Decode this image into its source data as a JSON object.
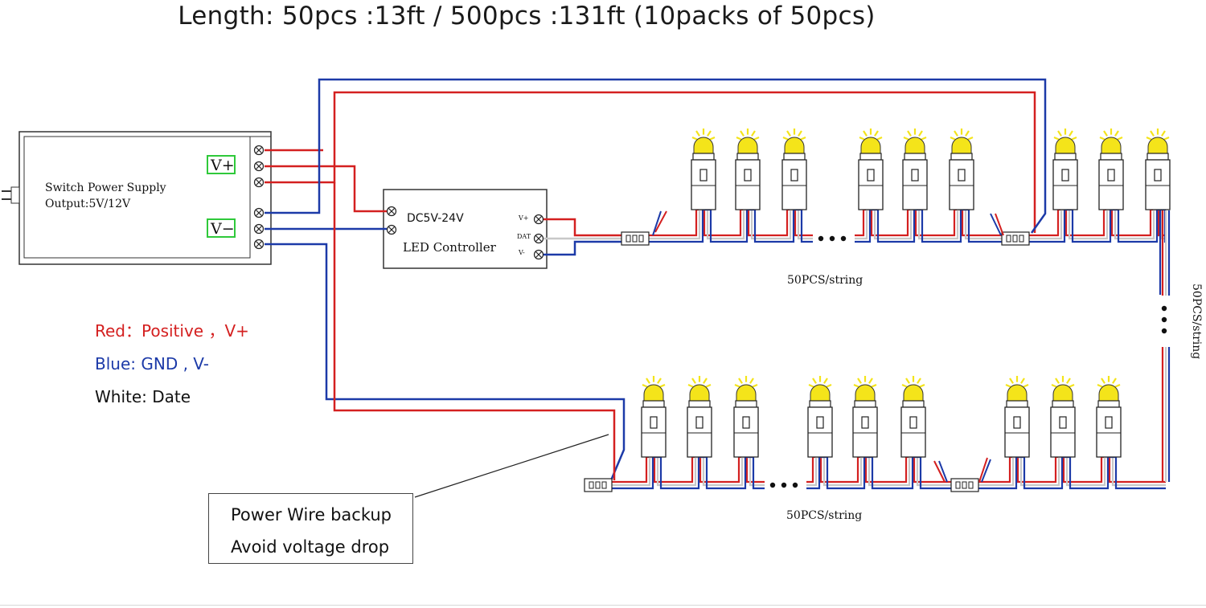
{
  "title": "Length:  50pcs :13ft  / 500pcs :131ft (10packs of 50pcs)",
  "power_supply": {
    "line1": "Switch Power Supply",
    "line2": "Output:5V/12V",
    "v_plus": "V+",
    "v_minus": "V−"
  },
  "controller": {
    "voltage": "DC5V-24V",
    "name": "LED Controller",
    "pin_vplus": "V+",
    "pin_dat": "DAT",
    "pin_vminus": "V-"
  },
  "string_label_top": "50PCS/string",
  "string_label_bottom": "50PCS/string",
  "string_label_right": "50PCS/string",
  "legend": {
    "red": "Red：Positive ，V+",
    "blue": "Blue: GND , V-",
    "white": "White:  Date"
  },
  "callout": {
    "line1": "Power Wire backup",
    "line2": "Avoid voltage drop"
  },
  "colors": {
    "red_wire": "#d42020",
    "blue_wire": "#1c3aa8",
    "white_wire": "#c8c8c8",
    "led_yellow": "#f4e41a",
    "label_green": "#2fc93a",
    "legend_red": "#d42020",
    "legend_blue": "#1c3aa8"
  }
}
